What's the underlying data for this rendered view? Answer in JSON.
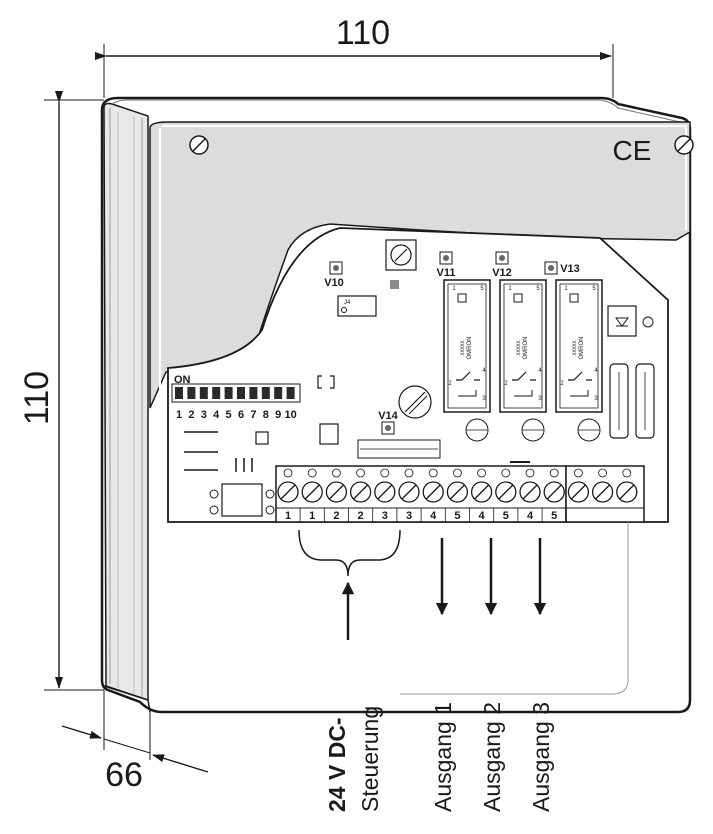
{
  "dimensions": {
    "width": "110",
    "height": "110",
    "depth": "66"
  },
  "housing": {
    "ce_mark": "CE"
  },
  "board": {
    "dip_on": "ON",
    "dip_numbers": [
      "1",
      "2",
      "3",
      "4",
      "5",
      "6",
      "7",
      "8",
      "9",
      "10"
    ],
    "leds": [
      "V10",
      "V11",
      "V12",
      "V13",
      "V14"
    ],
    "relay_brand": "OMRON",
    "relay_code": "xxxxx",
    "relay_pin_top_left": "1",
    "relay_pin_top_right": "5",
    "relay_pin_mid_left": "2",
    "relay_pin_mid_right": "4",
    "relay_pin_bottom": "3",
    "jumper_label": "J4"
  },
  "terminals": {
    "labels": [
      "1",
      "1",
      "2",
      "2",
      "3",
      "3",
      "4",
      "5",
      "4",
      "5",
      "4",
      "5"
    ]
  },
  "io_labels": {
    "supply_line1": "24 V DC-",
    "supply_line2": "Steuerung",
    "output1": "Ausgang 1",
    "output2": "Ausgang 2",
    "output3": "Ausgang 3"
  }
}
